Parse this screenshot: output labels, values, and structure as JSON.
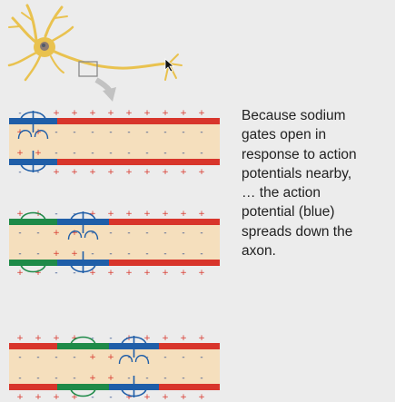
{
  "caption": {
    "lines": [
      "Because sodium",
      "gates open in",
      "response to action",
      "potentials nearby,",
      "… the action",
      "potential (blue)",
      "spreads down the",
      "axon."
    ]
  },
  "icons": {
    "neuron": "neuron-icon",
    "arrow": "down-arrow-icon",
    "cursor": "mouse-cursor-icon"
  },
  "colors": {
    "resting_membrane": "#d8352b",
    "active_membrane": "#1f5ea8",
    "recovering_membrane": "#1e8a48",
    "cytoplasm": "#f5dfbd",
    "background": "#ececec",
    "neuron": "#e9c24f"
  },
  "axon_states": [
    {
      "stage": 1,
      "segments": [
        "active",
        "resting",
        "resting",
        "resting",
        "resting"
      ],
      "outer_charges": [
        "-",
        "-",
        "+",
        "+",
        "+",
        "+",
        "+",
        "+",
        "+",
        "+",
        "+"
      ],
      "inner_charges": [
        "+",
        "+",
        "-",
        "-",
        "-",
        "-",
        "-",
        "-",
        "-",
        "-",
        "-"
      ]
    },
    {
      "stage": 2,
      "segments": [
        "recovering",
        "active",
        "resting",
        "resting",
        "resting"
      ],
      "outer_charges": [
        "+",
        "+",
        "-",
        "-",
        "+",
        "+",
        "+",
        "+",
        "+",
        "+",
        "+"
      ],
      "inner_charges": [
        "-",
        "-",
        "+",
        "+",
        "-",
        "-",
        "-",
        "-",
        "-",
        "-",
        "-"
      ]
    },
    {
      "stage": 3,
      "segments": [
        "resting",
        "recovering",
        "active",
        "resting",
        "resting"
      ],
      "outer_charges": [
        "+",
        "+",
        "+",
        "+",
        "-",
        "-",
        "+",
        "+",
        "+",
        "+",
        "+"
      ],
      "inner_charges": [
        "-",
        "-",
        "-",
        "-",
        "+",
        "+",
        "-",
        "-",
        "-",
        "-",
        "-"
      ]
    }
  ]
}
